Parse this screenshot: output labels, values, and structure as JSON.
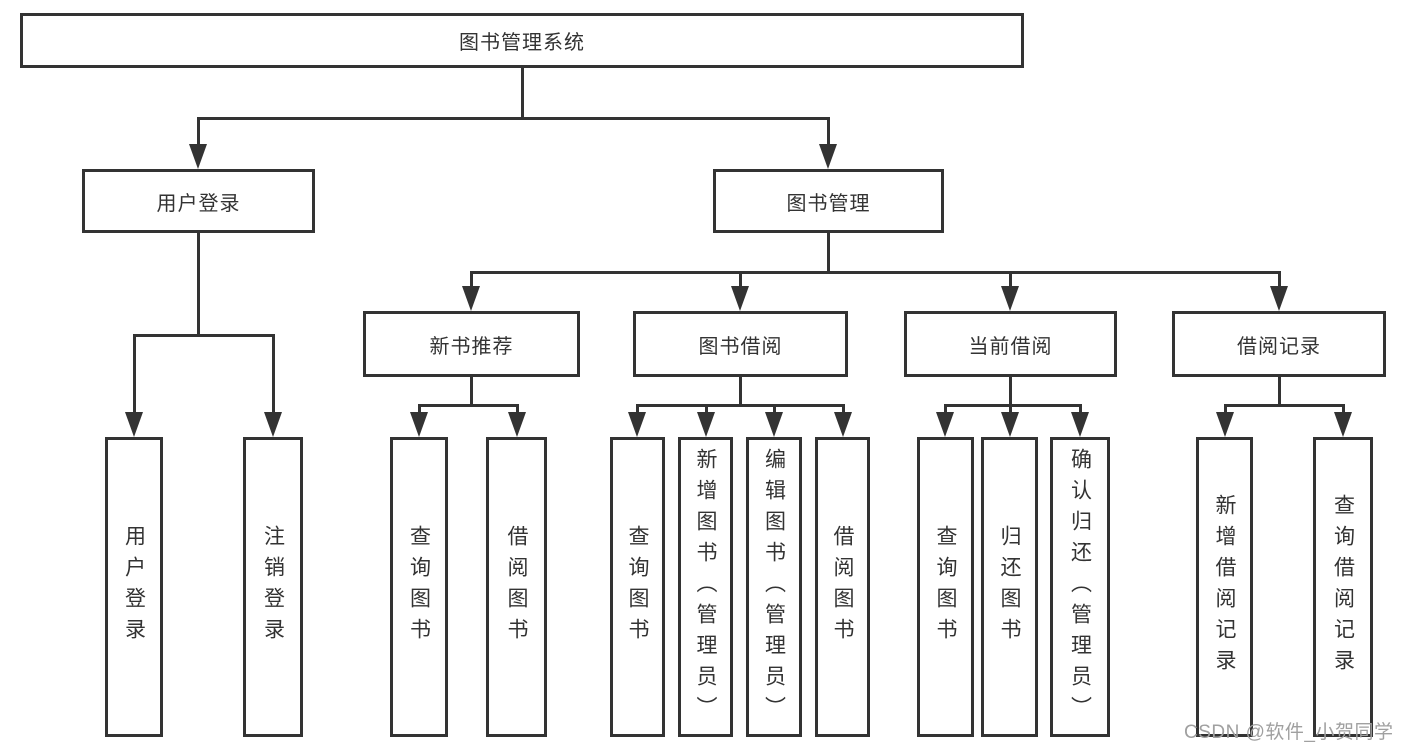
{
  "nodes": {
    "root": "图书管理系统",
    "user_login": "用户登录",
    "book_mgmt": "图书管理",
    "new_books": "新书推荐",
    "book_borrow": "图书借阅",
    "current_borrow": "当前借阅",
    "borrow_records": "借阅记录",
    "leaf_user_login": "用户登录",
    "leaf_logout": "注销登录",
    "leaf_nb_query": "查询图书",
    "leaf_nb_borrow": "借阅图书",
    "leaf_bb_query": "查询图书",
    "leaf_bb_add": "新增图书（管理员）",
    "leaf_bb_edit": "编辑图书（管理员）",
    "leaf_bb_borrow": "借阅图书",
    "leaf_cb_query": "查询图书",
    "leaf_cb_return": "归还图书",
    "leaf_cb_confirm": "确认归还（管理员）",
    "leaf_br_add": "新增借阅记录",
    "leaf_br_query": "查询借阅记录"
  },
  "watermark": "CSDN @软件_小贺同学",
  "colors": {
    "line": "#333333",
    "text": "#333333",
    "watermark": "#a0a0a0",
    "background": "#ffffff"
  }
}
